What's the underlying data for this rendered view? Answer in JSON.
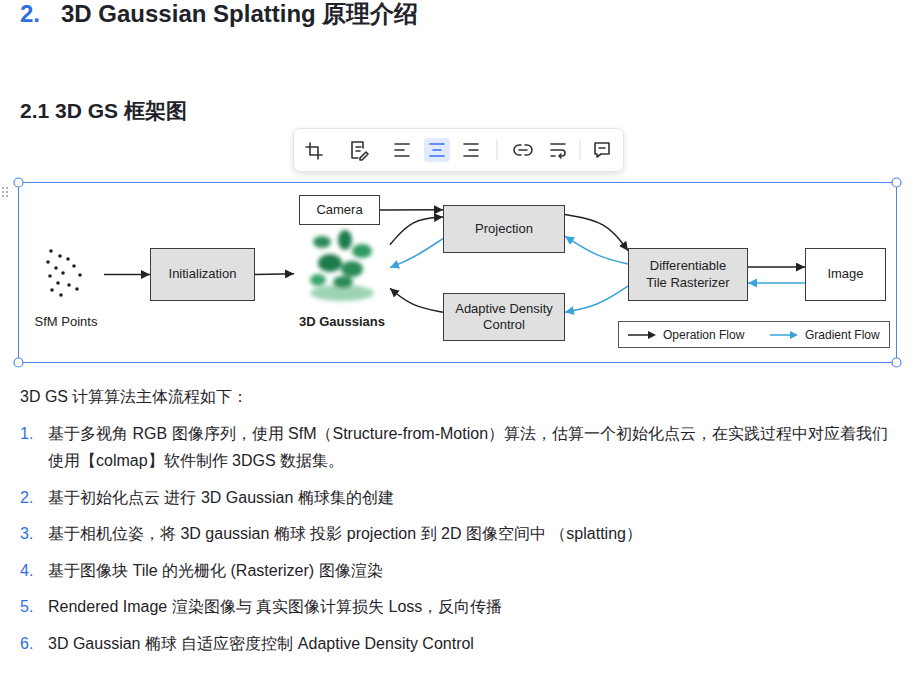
{
  "diagram": {
    "title": "3D Gaussian Splatting 原理介绍",
    "nodes": [
      {
        "text": [
          "SfM Points"
        ]
      },
      {
        "text": [
          "Initialization"
        ]
      },
      {
        "text": [
          "Camera"
        ]
      },
      {
        "text": [
          "3D Gaussians"
        ]
      },
      {
        "text": [
          "Projection"
        ]
      },
      {
        "text": [
          "Adaptive Density Control"
        ]
      },
      {
        "text": [
          "Differentiable Tile Rasterizer"
        ]
      },
      {
        "text": [
          "Image"
        ]
      }
    ],
    "edges": [
      {
        "from": 0,
        "to": 1,
        "arrow": "to"
      },
      {
        "from": 1,
        "to": 3,
        "arrow": "to"
      },
      {
        "from": 2,
        "to": 4,
        "arrow": "to"
      },
      {
        "from": 3,
        "to": 4,
        "arrow": "to"
      },
      {
        "from": 4,
        "to": 3,
        "arrow": "to"
      },
      {
        "from": 4,
        "to": 6,
        "arrow": "to"
      },
      {
        "from": 6,
        "to": 4,
        "arrow": "to"
      },
      {
        "from": 6,
        "to": 5,
        "arrow": "to"
      },
      {
        "from": 5,
        "to": 3,
        "arrow": "to"
      },
      {
        "from": 6,
        "to": 7,
        "arrow": "to"
      },
      {
        "from": 7,
        "to": 6,
        "arrow": "to"
      }
    ],
    "labels": [
      "2.",
      "2.1 3D GS 框架图",
      "3D GS 计算算法主体流程如下：",
      "1.",
      "基于多视角 RGB 图像序列，使用 SfM（Structure-from-Motion）算法，估算一个初始化点云，在实践过程中对应着我们使用【colmap】软件制作 3DGS 数据集。",
      "2.",
      "基于初始化点云 进行 3D Gaussian 椭球集的创建",
      "3.",
      "基于相机位姿，将 3D gaussian 椭球 投影 projection 到 2D 图像空间中 （splatting）",
      "4.",
      "基于图像块 Tile 的光栅化 (Rasterizer) 图像渲染",
      "5.",
      "Rendered Image 渲染图像与 真实图像计算损失 Loss，反向传播",
      "6.",
      "3D Gaussian 椭球 自适应密度控制 Adaptive Density Control"
    ],
    "legend": [
      {
        "text": "Operation Flow"
      },
      {
        "text": "Gradient Flow"
      }
    ]
  }
}
